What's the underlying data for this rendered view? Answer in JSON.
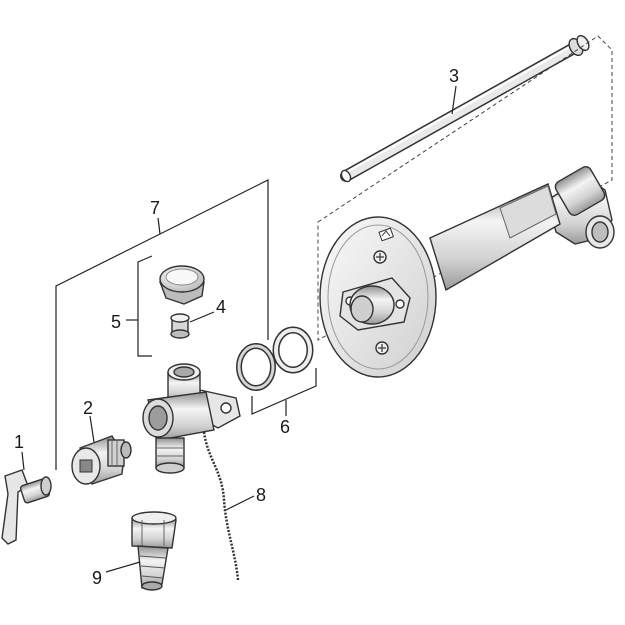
{
  "labels": {
    "l1": "1",
    "l2": "2",
    "l3": "3",
    "l4": "4",
    "l5": "5",
    "l6": "6",
    "l7": "7",
    "l8": "8",
    "l9": "9"
  },
  "colors": {
    "outline": "#333333",
    "metal_light": "#f2f2f2",
    "metal_mid": "#c9c9c9",
    "metal_dark": "#8a8a8a",
    "leader": "#222222"
  }
}
